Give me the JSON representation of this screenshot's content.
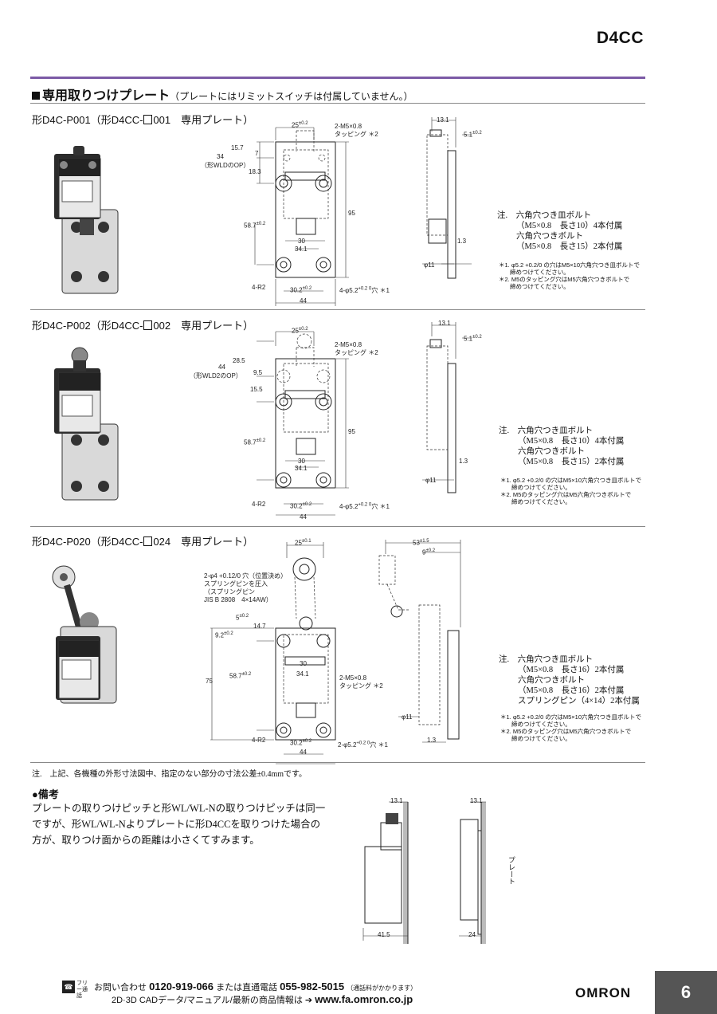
{
  "header": {
    "product_code": "D4CC"
  },
  "section": {
    "title": "専用取りつけプレート",
    "subtitle": "（プレートにはリミットスイッチは付属していません。）"
  },
  "plates": [
    {
      "model_prefix": "形D4C-P001（形D4CC-",
      "model_suffix": "001　専用プレート）",
      "dims": {
        "top_width": "25",
        "top_tol": "±0.2",
        "tap": "2-M5×0.8",
        "tap2": "タッピング ＊2",
        "a": "15.7",
        "b": "7",
        "c": "34",
        "c_note": "（形WLDのOP）",
        "d": "18.3",
        "height": "95",
        "pitch": "58.7",
        "pitch_tol": "±0.2",
        "w30": "30",
        "w341": "34.1",
        "r": "4-R2",
        "hole_pitch": "30.2",
        "hole_pitch_tol": "±0.2",
        "width": "44",
        "hole": "4-φ5.2",
        "hole_tol": "+0.2 0",
        "hole_suffix": "穴 ＊1",
        "side_top": "13.1",
        "side_off": "5.1",
        "side_off_tol": "±0.2",
        "side_t": "1.3",
        "side_phi": "φ11"
      },
      "notes": [
        "注.　六角穴つき皿ボルト",
        "（M5×0.8　長さ10）4本付属",
        "六角穴つきボルト",
        "（M5×0.8　長さ15）2本付属"
      ],
      "star_notes": [
        "＊1. φ5.2 +0.2/0 の穴はM5×10六角穴つき皿ボルトで",
        "締めつけてください。",
        "＊2. M5のタッピング穴はM5六角穴つきボルトで",
        "締めつけてください。"
      ]
    },
    {
      "model_prefix": "形D4C-P002（形D4CC-",
      "model_suffix": "002　専用プレート）",
      "dims": {
        "top_width": "25",
        "top_tol": "±0.2",
        "tap": "2-M5×0.8",
        "tap2": "タッピング ＊2",
        "a": "28.5",
        "b": "9.5",
        "c": "44",
        "c_note": "（形WLD2のOP）",
        "d": "15.5",
        "height": "95",
        "pitch": "58.7",
        "pitch_tol": "±0.2",
        "w30": "30",
        "w341": "34.1",
        "r": "4-R2",
        "hole_pitch": "30.2",
        "hole_pitch_tol": "±0.2",
        "width": "44",
        "hole": "4-φ5.2",
        "hole_tol": "+0.2 0",
        "hole_suffix": "穴 ＊1",
        "side_top": "13.1",
        "side_off": "5.1",
        "side_off_tol": "±0.2",
        "side_t": "1.3",
        "side_phi": "φ11"
      },
      "notes": [
        "注.　六角穴つき皿ボルト",
        "（M5×0.8　長さ10）4本付属",
        "六角穴つきボルト",
        "（M5×0.8　長さ15）2本付属"
      ],
      "star_notes": [
        "＊1. φ5.2 +0.2/0 の穴はM5×10六角穴つき皿ボルトで",
        "締めつけてください。",
        "＊2. M5のタッピング穴はM5六角穴つきボルトで",
        "締めつけてください。"
      ]
    },
    {
      "model_prefix": "形D4C-P020（形D4CC-",
      "model_suffix": "024　専用プレート）",
      "dims": {
        "top_width": "25",
        "top_tol": "±0.1",
        "pin": "2-φ4 +0.12/0 穴（位置決め）",
        "pin2": "スプリングピンを圧入",
        "pin3": "（スプリングピン",
        "pin4": "JIS B 2808　4×14AW）",
        "a": "5",
        "a_tol": "±0.2",
        "b": "14.7",
        "c": "9.2",
        "c_tol": "±0.2",
        "height": "75",
        "pitch": "58.7",
        "pitch_tol": "±0.2",
        "w30": "30",
        "w341": "34.1",
        "tap": "2-M5×0.8",
        "tap2": "タッピング ＊2",
        "r": "4-R2",
        "hole_pitch": "30.2",
        "hole_pitch_tol": "±0.2",
        "width": "44",
        "hole": "2-φ5.2",
        "hole_tol": "+0.2 0",
        "hole_suffix": "穴 ＊1",
        "side_top": "53",
        "side_top_tol": "±1.5",
        "side_off": "9",
        "side_off_tol": "±0.2",
        "side_t": "1.3",
        "side_phi": "φ11"
      },
      "notes": [
        "注.　六角穴つき皿ボルト",
        "（M5×0.8　長さ16）2本付属",
        "六角穴つきボルト",
        "（M5×0.8　長さ16）2本付属",
        "スプリングピン（4×14）2本付属"
      ],
      "star_notes": [
        "＊1. φ5.2 +0.2/0 の穴はM5×10六角穴つき皿ボルトで",
        "締めつけてください。",
        "＊2. M5のタッピング穴はM5六角穴つきボルトで",
        "締めつけてください。"
      ]
    }
  ],
  "footnote": "注.　上記、各機種の外形寸法図中、指定のない部分の寸法公差±0.4mmです。",
  "remarks": {
    "heading": "●備考",
    "text": "プレートの取りつけピッチと形WL/WL-Nの取りつけピッチは同一ですが、形WL/WL-Nよりプレートに形D4CCを取りつけた場合の方が、取りつけ面からの距離は小さくてすみます。",
    "fig_a_top": "13.1",
    "fig_a_bottom": "41.5",
    "fig_b_top": "13.1",
    "fig_b_bottom": "24",
    "plate_label": "プレート"
  },
  "footer": {
    "free_dial": "フリー通話",
    "contact_label": "お問い合わせ",
    "phone1": "0120-919-066",
    "mid": "または直通電話",
    "phone2": "055-982-5015",
    "fee_note": "（通話料がかかります）",
    "web_label": "2D·3D CADデータ/マニュアル/最新の商品情報は ➔",
    "url": "www.fa.omron.co.jp",
    "brand": "OMRON",
    "page": "6"
  }
}
